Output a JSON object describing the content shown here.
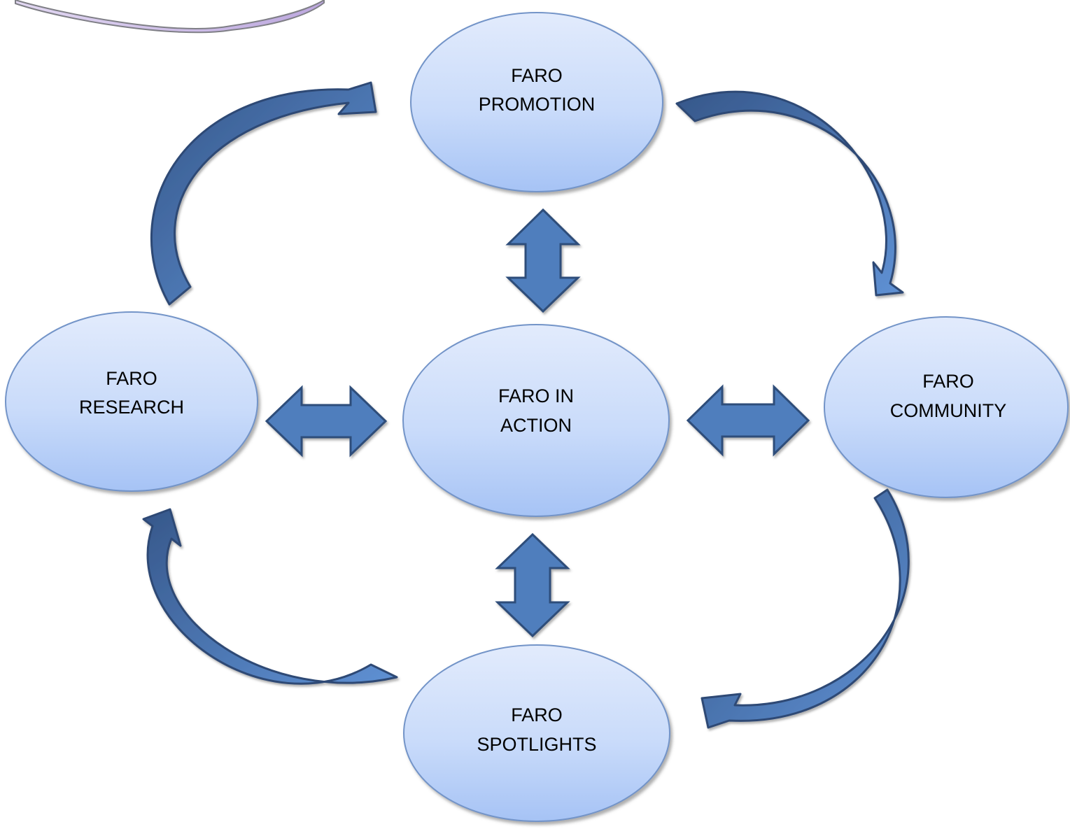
{
  "diagram": {
    "type": "cycle",
    "nodes": {
      "promotion": {
        "line1": "FARO",
        "line2": "PROMOTION"
      },
      "research": {
        "line1": "FARO",
        "line2": "RESEARCH"
      },
      "center": {
        "line1": "FARO IN",
        "line2": "ACTION"
      },
      "community": {
        "line1": "FARO",
        "line2": "COMMUNITY"
      },
      "spotlights": {
        "line1": "FARO",
        "line2": "SPOTLIGHTS"
      }
    },
    "cycle_flow": [
      {
        "from": "research",
        "to": "promotion"
      },
      {
        "from": "promotion",
        "to": "community"
      },
      {
        "from": "community",
        "to": "spotlights"
      },
      {
        "from": "spotlights",
        "to": "research"
      }
    ],
    "center_links": [
      {
        "between": [
          "center",
          "promotion"
        ],
        "direction": "both"
      },
      {
        "between": [
          "center",
          "research"
        ],
        "direction": "both"
      },
      {
        "between": [
          "center",
          "community"
        ],
        "direction": "both"
      },
      {
        "between": [
          "center",
          "spotlights"
        ],
        "direction": "both"
      }
    ],
    "colors": {
      "node_fill_top": "#dfe9fc",
      "node_fill_bottom": "#a9c6f6",
      "node_stroke": "#7394c8",
      "arrow_fill": "#4f7ebd",
      "arrow_stroke": "#2f4e7a",
      "curved_arrow_dark": "#3a5f93",
      "decor_purple": "#c6b4e2"
    }
  }
}
